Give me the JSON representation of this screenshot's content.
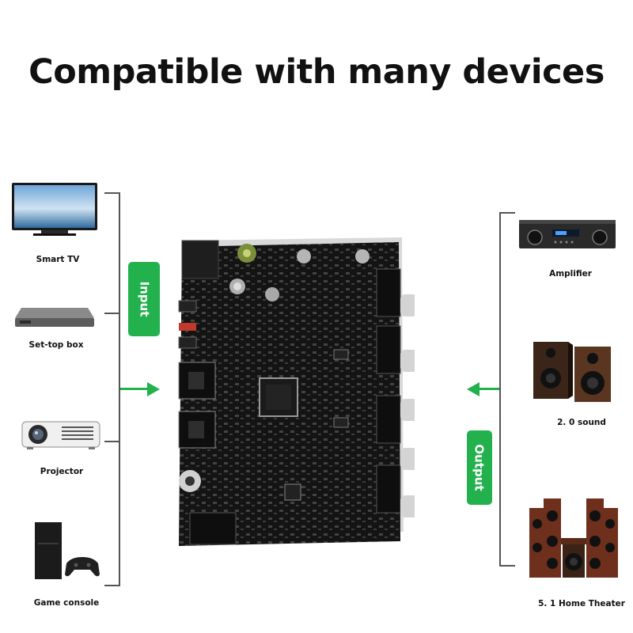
{
  "headline": "Compatible with many devices",
  "input_tag": "Input",
  "output_tag": "Output",
  "colors": {
    "accent_green": "#22b14c",
    "bracket_gray": "#555555",
    "board_black": "#141414"
  },
  "input_devices": [
    {
      "label": "Smart TV",
      "icon": "tv-icon"
    },
    {
      "label": "Set-top box",
      "icon": "set-top-box-icon"
    },
    {
      "label": "Projector",
      "icon": "projector-icon"
    },
    {
      "label": "Game console",
      "icon": "game-console-icon"
    }
  ],
  "output_devices": [
    {
      "label": "Amplifier",
      "icon": "amplifier-icon"
    },
    {
      "label": "2. 0 sound",
      "icon": "stereo-speakers-icon"
    },
    {
      "label": "5. 1 Home Theater",
      "icon": "home-theater-icon"
    }
  ]
}
